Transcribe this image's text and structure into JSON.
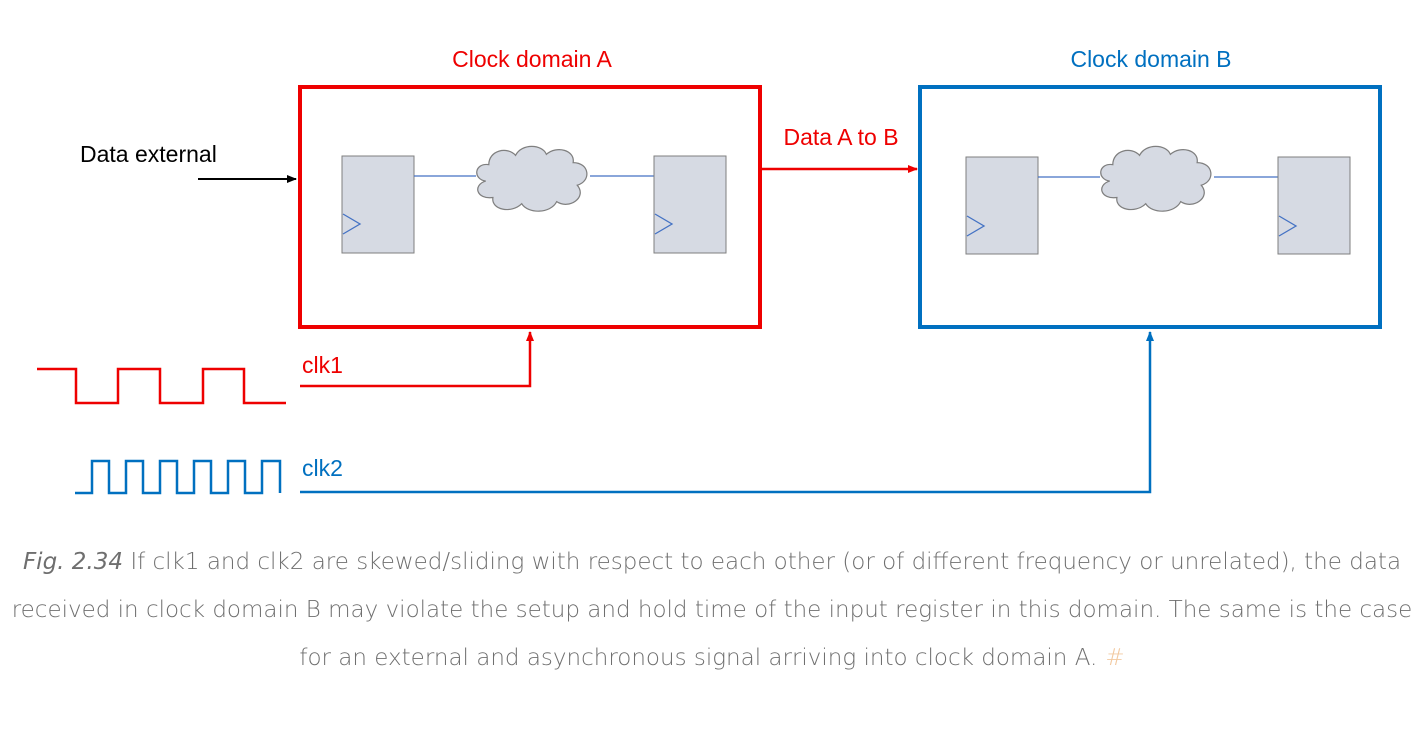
{
  "diagram": {
    "domain_a": {
      "label": "Clock domain A",
      "color": "#ee0000"
    },
    "domain_b": {
      "label": "Clock domain B",
      "color": "#0070c0"
    },
    "data_external_label": "Data external",
    "data_a_to_b_label": "Data A to B",
    "clk1": {
      "label": "clk1",
      "color": "#ee0000"
    },
    "clk2": {
      "label": "clk2",
      "color": "#0070c0"
    },
    "register_fill": "#d6dae3",
    "cloud_fill": "#d6dae3"
  },
  "caption": {
    "fig_label": "Fig. 2.34",
    "text": " If clk1 and clk2 are skewed/sliding with respect to each other (or of different frequency or unrelated), the data received in clock domain B may violate the setup and hold time of the input register in this domain. The same is the case for an external and asynchronous signal arriving into clock domain A.",
    "anchor": "#"
  }
}
